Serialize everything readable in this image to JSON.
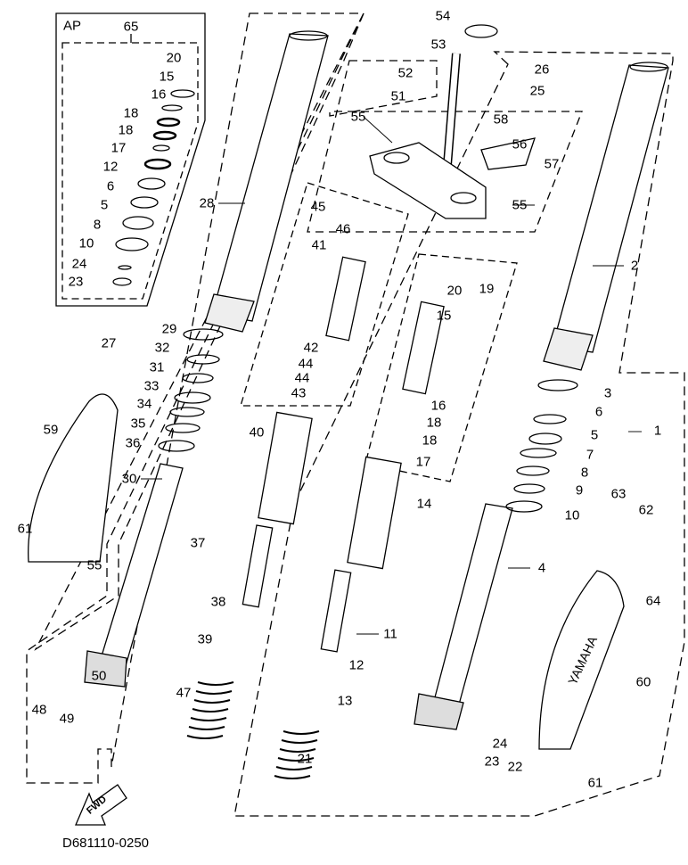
{
  "diagram_code": "D681110-0250",
  "fwd_label": "FWD",
  "ap_box": {
    "title": "AP",
    "kit_number": "65"
  },
  "labels": {
    "ap": [
      "20",
      "15",
      "16",
      "18",
      "18",
      "17",
      "12",
      "6",
      "5",
      "8",
      "10",
      "24",
      "23"
    ],
    "left_fork": [
      "28",
      "27",
      "29",
      "32",
      "31",
      "33",
      "34",
      "35",
      "36",
      "30",
      "59",
      "61",
      "55",
      "50",
      "48",
      "49"
    ],
    "center": [
      "54",
      "53",
      "52",
      "51",
      "26",
      "25",
      "55",
      "58",
      "56",
      "57",
      "55",
      "45",
      "46",
      "41",
      "42",
      "44",
      "44",
      "43",
      "40"
    ],
    "center_right": [
      "19",
      "20",
      "15",
      "16",
      "18",
      "18",
      "17",
      "14",
      "37",
      "38",
      "39",
      "47",
      "11",
      "12",
      "13",
      "21"
    ],
    "right_fork": [
      "2",
      "3",
      "6",
      "5",
      "7",
      "8",
      "9",
      "10",
      "1",
      "4",
      "63",
      "62",
      "64",
      "60",
      "24",
      "23",
      "22",
      "61"
    ]
  },
  "fender_text": "YAMAHA",
  "colors": {
    "line": "#000000",
    "dash": "#222222"
  }
}
